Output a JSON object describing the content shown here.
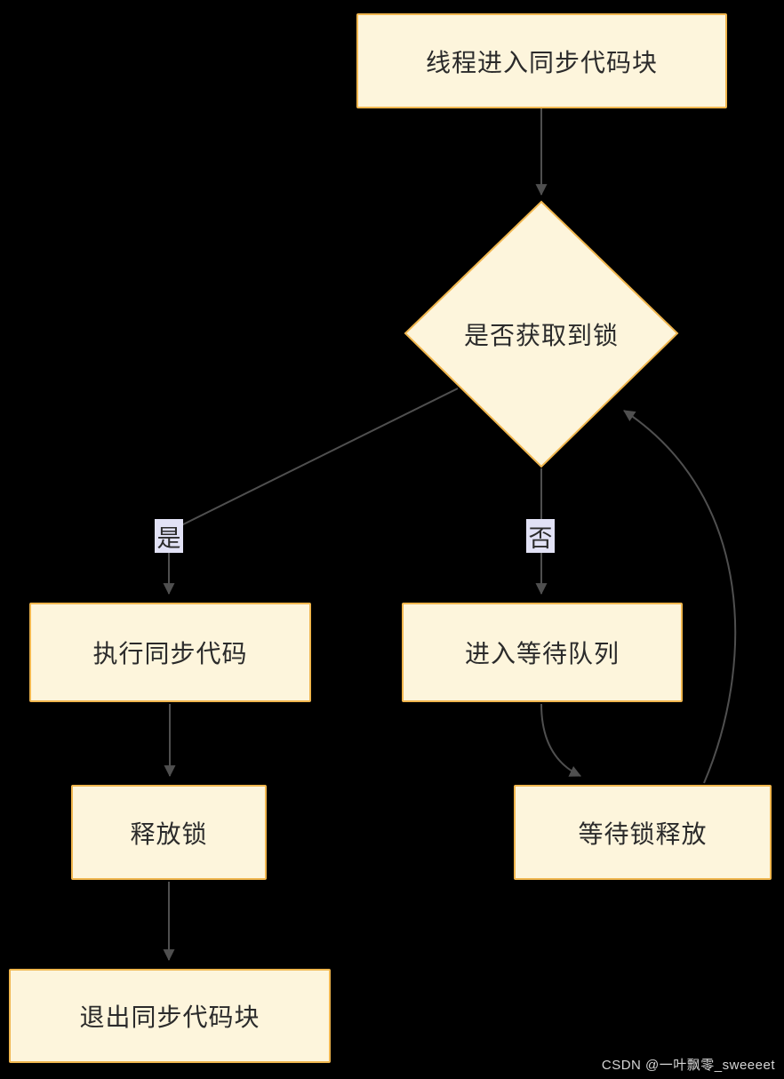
{
  "diagram": {
    "title_hint": "thread-synchronized-block-flowchart",
    "nodes": {
      "enter_sync": "线程进入同步代码块",
      "lock_acquired": "是否获取到锁",
      "execute_sync": "执行同步代码",
      "enter_wait_queue": "进入等待队列",
      "release_lock": "释放锁",
      "wait_lock_release": "等待锁释放",
      "exit_sync": "退出同步代码块"
    },
    "edge_labels": {
      "yes": "是",
      "no": "否"
    },
    "colors": {
      "background": "#000000",
      "node_fill": "#fdf5dc",
      "node_border": "#f0b64e",
      "edge_line": "#4f4f4f",
      "edge_label_bg": "#e2e2f6",
      "node_text": "#2b2b2b",
      "watermark_text": "#d6d6d6"
    }
  },
  "watermark": "CSDN @一叶飘零_sweeeet"
}
